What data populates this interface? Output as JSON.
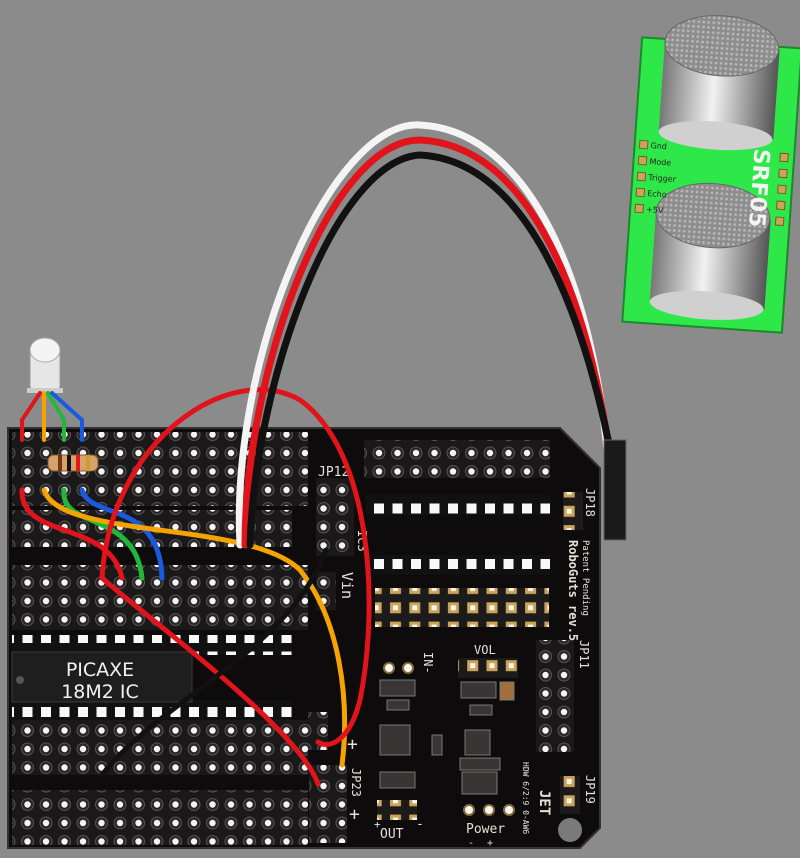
{
  "sensor": {
    "model": "SRF05",
    "pin_labels": [
      "Gnd",
      "Mode",
      "Trigger",
      "Echo",
      "+5V"
    ]
  },
  "board": {
    "name": "RoboGuts rev.5",
    "patent": "Patent Pending",
    "chip_name": "PICAXE",
    "chip_model": "18M2 IC",
    "labels": {
      "jp12": "JP12",
      "ic3": "IC3",
      "vin": "Vin",
      "jp18": "JP18",
      "jp11": "JP11",
      "vol": "VOL",
      "in_minus": "IN-",
      "jp23": "JP23",
      "plus": "+",
      "out": "OUT",
      "out_plus": "+",
      "out_minus": "-",
      "power": "Power",
      "power_minus": "-",
      "power_plus": "+",
      "jp19": "JP19",
      "brand": "JET",
      "hdw": "HDW 6/2:9 0-AW6"
    }
  },
  "colors": {
    "background": "#8b8b8b",
    "pcb": "#0d0b0b",
    "sensor_pcb": "#2ee84a",
    "wire_red": "#e0141a",
    "wire_white": "#f4f4f4",
    "wire_black": "#111111",
    "wire_orange": "#f5a300",
    "wire_green": "#1fb83a",
    "wire_blue": "#1a5ae0"
  }
}
